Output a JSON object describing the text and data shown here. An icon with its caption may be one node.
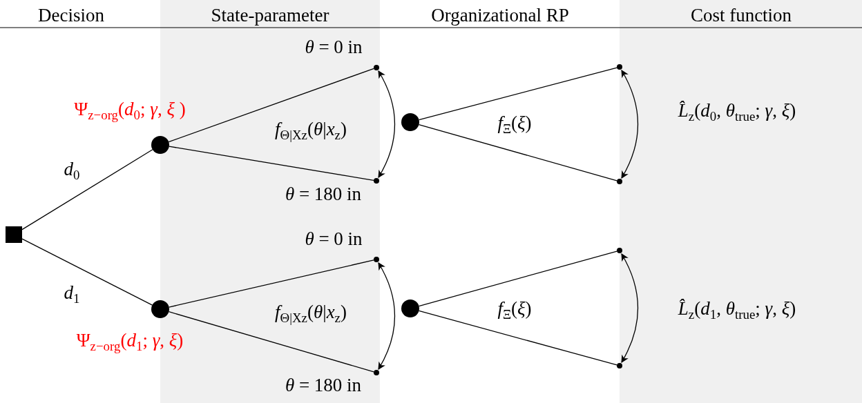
{
  "diagram": {
    "nodes": [
      {
        "text": [],
        "shape": "box"
      },
      {
        "text": [],
        "shape": "circle"
      },
      {
        "text": [],
        "shape": "circle"
      },
      {
        "text": [],
        "shape": "circle",
        "beside": [
          "*θ* = 0 in"
        ]
      },
      {
        "text": [],
        "shape": "circle",
        "beside": [
          "*θ* = 180 in"
        ]
      },
      {
        "text": [],
        "shape": "circle",
        "beside": [
          "*θ* = 0 in"
        ]
      },
      {
        "text": [],
        "shape": "circle",
        "beside": [
          "*θ* = 180 in"
        ]
      },
      {
        "text": [],
        "shape": "circle"
      },
      {
        "text": [],
        "shape": "circle"
      },
      {
        "text": [],
        "shape": "circle"
      },
      {
        "text": [],
        "shape": "circle"
      },
      {
        "text": [],
        "shape": "circle"
      },
      {
        "text": [],
        "shape": "circle"
      }
    ],
    "edges": [
      {
        "from": 0,
        "to": 1,
        "arrow": "none",
        "label": "*d*$_{0}$"
      },
      {
        "from": 0,
        "to": 2,
        "arrow": "none",
        "label": "*d*$_{1}$"
      },
      {
        "from": 1,
        "to": 3,
        "arrow": "none"
      },
      {
        "from": 1,
        "to": 4,
        "arrow": "none"
      },
      {
        "from": 2,
        "to": 5,
        "arrow": "none"
      },
      {
        "from": 2,
        "to": 6,
        "arrow": "none"
      },
      {
        "from": 7,
        "to": 9,
        "arrow": "none"
      },
      {
        "from": 7,
        "to": 10,
        "arrow": "none"
      },
      {
        "from": 8,
        "to": 11,
        "arrow": "none"
      },
      {
        "from": 8,
        "to": 12,
        "arrow": "none"
      },
      {
        "from": 3,
        "to": 4,
        "arrow": "both"
      },
      {
        "from": 5,
        "to": 6,
        "arrow": "both"
      },
      {
        "from": 9,
        "to": 10,
        "arrow": "both"
      },
      {
        "from": 11,
        "to": 12,
        "arrow": "both"
      }
    ],
    "labels": [
      "Decision",
      "State-parameter",
      "Organizational RP",
      "Cost function",
      "Ψ$_{z−org}$(*d*$_{0}$; *γ*, *ξ* )",
      "*f*$_{Θ|Xz}$(*θ*|*x*$_{z}$)",
      "*f*$_{Ξ}$(*ξ*)",
      "*L̂*$_{z}$(*d*$_{0}$, *θ*$_{true}$; *γ*, *ξ*)",
      "Ψ$_{z−org}$(*d*$_{1}$; *γ*, *ξ*)",
      "*f*$_{Θ|Xz}$(*θ*|*x*$_{z}$)",
      "*f*$_{Ξ}$(*ξ*)",
      "*L̂*$_{z}$(*d*$_{1}$, *θ*$_{true}$; *γ*, *ξ*)"
    ]
  }
}
